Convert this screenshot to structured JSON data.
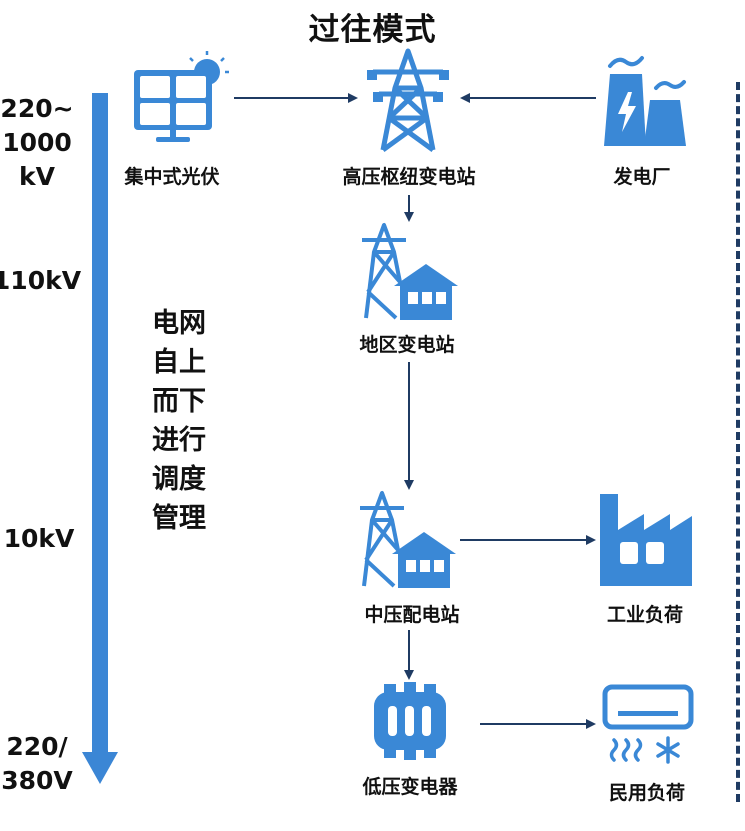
{
  "title": "过往模式",
  "voltages": {
    "v1": "220~\n1000\nkV",
    "v2": "110kV",
    "v3": "10kV",
    "v4": "220/\n380V"
  },
  "vertical_label": "电网\n自上\n而下\n进行\n调度\n管理",
  "nodes": {
    "solar": "集中式光伏",
    "hub": "高压枢纽变电站",
    "plant": "发电厂",
    "regional": "地区变电站",
    "mid": "中压配电站",
    "industrial": "工业负荷",
    "transformer": "低压变电器",
    "residential": "民用负荷"
  },
  "colors": {
    "icon_blue": "#3a88d6",
    "arrow_navy": "#1f3b63",
    "bar_blue": "#3b86d5"
  }
}
